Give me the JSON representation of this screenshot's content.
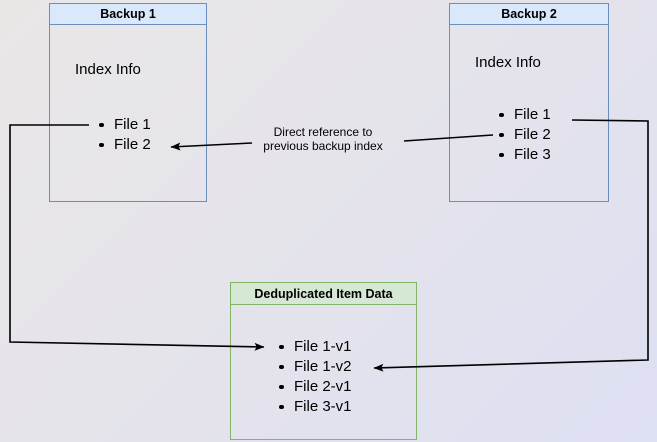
{
  "colors": {
    "bg_start": "#e9e7e6",
    "bg_end": "#dde0f2",
    "blue_border": "#6c8ebf",
    "blue_fill": "#dae8fc",
    "green_border": "#82b366",
    "green_fill": "#d5e8d4",
    "connector": "#000000",
    "text": "#000000"
  },
  "backup1": {
    "title": "Backup 1",
    "index_label": "Index Info",
    "files": [
      "File 1",
      "File 2"
    ]
  },
  "backup2": {
    "title": "Backup 2",
    "index_label": "Index Info",
    "files": [
      "File 1",
      "File 2",
      "File 3"
    ]
  },
  "dedup": {
    "title": "Deduplicated Item Data",
    "items": [
      "File 1-v1",
      "File 1-v2",
      "File 2-v1",
      "File 3-v1"
    ]
  },
  "annotation": {
    "line1": "Direct reference to",
    "line2": "previous backup index"
  }
}
